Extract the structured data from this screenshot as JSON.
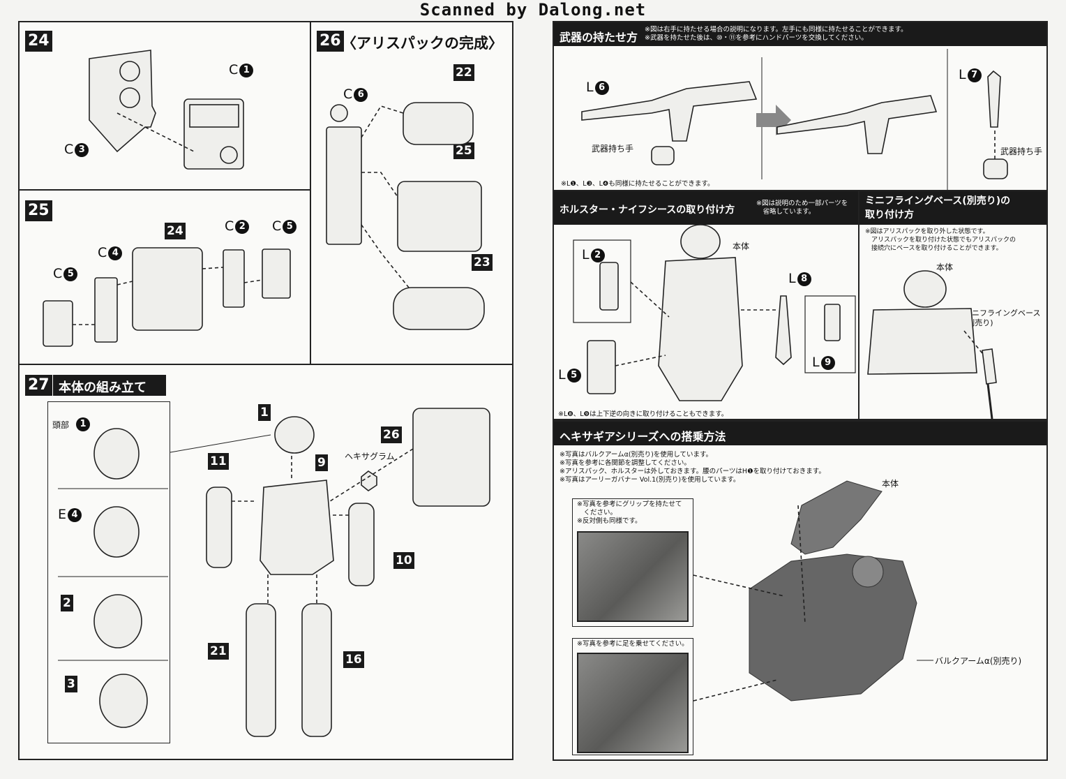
{
  "watermark": "Scanned by Dalong.net",
  "step24": {
    "num": "24",
    "parts": {
      "c1": "C",
      "c1n": "1",
      "c3": "C",
      "c3n": "3"
    }
  },
  "step25": {
    "num": "25",
    "badge": "24",
    "parts": [
      {
        "l": "C",
        "n": "5"
      },
      {
        "l": "C",
        "n": "4"
      },
      {
        "l": "C",
        "n": "2"
      },
      {
        "l": "C",
        "n": "5"
      }
    ]
  },
  "step26": {
    "num": "26",
    "title": "〈アリスパックの完成〉",
    "c6": "C",
    "c6n": "6",
    "tags": [
      "22",
      "25",
      "23"
    ]
  },
  "step27": {
    "num": "27",
    "title": "本体の組み立て",
    "head_label": "頭部",
    "head_n": "1",
    "e4": "E",
    "e4n": "4",
    "tags": [
      "2",
      "3",
      "1",
      "9",
      "11",
      "26",
      "10",
      "21",
      "16"
    ],
    "hexagram": "ヘキサグラム"
  },
  "weapon": {
    "title": "武器の持たせ方",
    "note": "※図は右手に持たせる場合の説明になります。左手にも同様に持たせることができます。\n※武器を持たせた後は、⑩・⑪を参考にハンドパーツを交換してください。",
    "l6": "L",
    "l6n": "6",
    "l7": "L",
    "l7n": "7",
    "hand1": "武器持ち手",
    "hand2": "武器持ち手",
    "foot": "※L❶、L❸、L❹も同様に持たせることができます。"
  },
  "holster": {
    "title": "ホルスター・ナイフシースの取り付け方",
    "note": "※図は説明のため一部パーツを\n　省略しています。",
    "body": "本体",
    "l2": "L",
    "l2n": "2",
    "l5": "L",
    "l5n": "5",
    "l8": "L",
    "l8n": "8",
    "l9": "L",
    "l9n": "9",
    "foot": "※L❽、L❾は上下逆の向きに取り付けることもできます。"
  },
  "mini": {
    "title": "ミニフライングベース(別売り)の\n取り付け方",
    "note": "※図はアリスパックを取り外した状態です。\n　アリスパックを取り付けた状態でもアリスパックの\n　接続穴にベースを取り付けることができます。",
    "body": "本体",
    "base": "ミニフライングベース\n(別売り)"
  },
  "hexa": {
    "title": "ヘキサギアシリーズへの搭乗方法",
    "notes": "※写真はバルクアームα(別売り)を使用しています。\n※写真を参考に各関節を調整してください。\n※アリスパック、ホルスターは外しておきます。腰のパーツはH❶を取り付けておきます。\n※写真はアーリーガバナー Vol.1(別売り)を使用しています。",
    "photo1_note": "※写真を参考にグリップを持たせて\n　ください。\n※反対側も同様です。",
    "photo2_note": "※写真を参考に足を乗せてください。",
    "body": "本体",
    "bulk": "バルクアームα(別売り)"
  }
}
